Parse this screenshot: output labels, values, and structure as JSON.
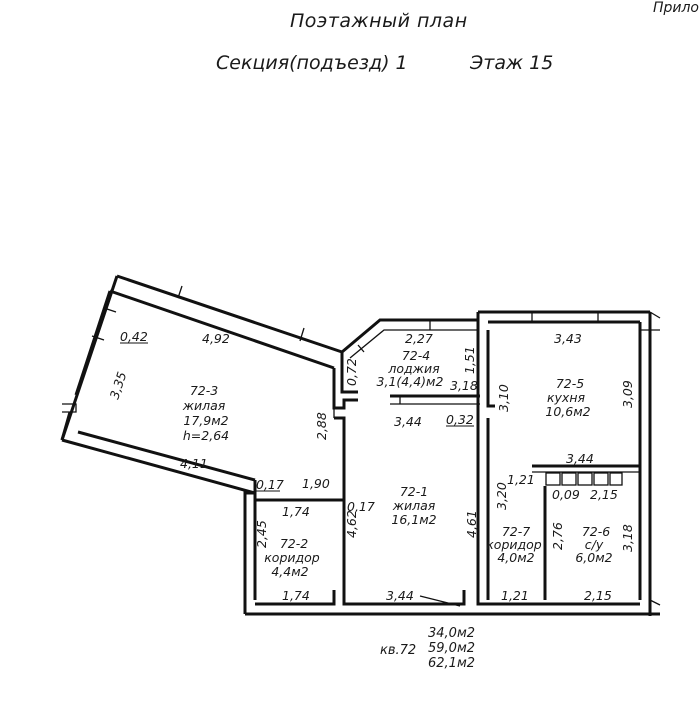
{
  "header": {
    "title": "Поэтажный план",
    "section": "Секция(подъезд) 1",
    "floor": "Этаж 15",
    "corner_note": "Прило"
  },
  "rooms": [
    {
      "id": "72-3",
      "type": "жилая",
      "area": "17,9м2",
      "height": "h=2,64"
    },
    {
      "id": "72-4",
      "type": "лоджия",
      "area": "3,1(4,4)м2"
    },
    {
      "id": "72-5",
      "type": "кухня",
      "area": "10,6м2"
    },
    {
      "id": "72-1",
      "type": "жилая",
      "area": "16,1м2"
    },
    {
      "id": "72-2",
      "type": "коридор",
      "area": "4,4м2"
    },
    {
      "id": "72-7",
      "type": "коридор",
      "area": "4,0м2"
    },
    {
      "id": "72-6",
      "type": "с/у",
      "area": "6,0м2"
    }
  ],
  "dimensions": {
    "d_0_42": "0,42",
    "d_4_92": "4,92",
    "d_3_35": "3,35",
    "d_0_72": "0,72",
    "d_2_88": "2,88",
    "d_4_11": "4,11",
    "d_0_17a": "0,17",
    "d_1_90": "1,90",
    "d_0_17b": "0,17",
    "d_2_27": "2,27",
    "d_1_51": "1,51",
    "d_3_18a": "3,18",
    "d_3_44a": "3,44",
    "d_0_32": "0,32",
    "d_3_43": "3,43",
    "d_3_10": "3,10",
    "d_3_09": "3,09",
    "d_3_44b": "3,44",
    "d_1_21a": "1,21",
    "d_3_20": "3,20",
    "d_0_09": "0,09",
    "d_2_15a": "2,15",
    "d_1_74a": "1,74",
    "d_2_45": "2,45",
    "d_4_62": "4,62",
    "d_4_61": "4,61",
    "d_2_76": "2,76",
    "d_3_18b": "3,18",
    "d_1_74b": "1,74",
    "d_3_44c": "3,44",
    "d_1_21b": "1,21",
    "d_2_15b": "2,15"
  },
  "summary": {
    "apartment": "кв.72",
    "area_living": "34,0м2",
    "area_total": "59,0м2",
    "area_total_loggia": "62,1м2"
  }
}
